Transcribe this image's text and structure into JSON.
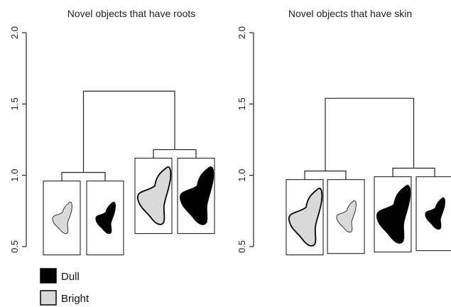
{
  "chart_data": [
    {
      "type": "dendrogram",
      "title": "Novel objects that have roots",
      "ylim": [
        0.5,
        2.0
      ],
      "y_ticks": [
        "0.5",
        "1.0",
        "1.5",
        "2.0"
      ],
      "leaves": [
        {
          "size": "small",
          "brightness": "Bright"
        },
        {
          "size": "small",
          "brightness": "Dull"
        },
        {
          "size": "large",
          "brightness": "Bright"
        },
        {
          "size": "large",
          "brightness": "Dull"
        }
      ],
      "merges": [
        {
          "left": 0,
          "right": 1,
          "height": 1.02
        },
        {
          "left": 2,
          "right": 3,
          "height": 1.18
        },
        {
          "left": "m0",
          "right": "m1",
          "height": 1.59
        }
      ]
    },
    {
      "type": "dendrogram",
      "title": "Novel objects that have skin",
      "ylim": [
        0.5,
        2.0
      ],
      "y_ticks": [
        "0.5",
        "1.0",
        "1.5",
        "2.0"
      ],
      "leaves": [
        {
          "size": "large",
          "brightness": "Bright"
        },
        {
          "size": "small",
          "brightness": "Bright"
        },
        {
          "size": "large",
          "brightness": "Dull"
        },
        {
          "size": "small",
          "brightness": "Dull"
        }
      ],
      "merges": [
        {
          "left": 0,
          "right": 1,
          "height": 1.03
        },
        {
          "left": 2,
          "right": 3,
          "height": 1.05
        },
        {
          "left": "m0",
          "right": "m1",
          "height": 1.54
        }
      ]
    }
  ],
  "legend": {
    "items": [
      {
        "label": "Dull",
        "color": "#000000"
      },
      {
        "label": "Bright",
        "color": "#d9d9d9"
      }
    ]
  }
}
